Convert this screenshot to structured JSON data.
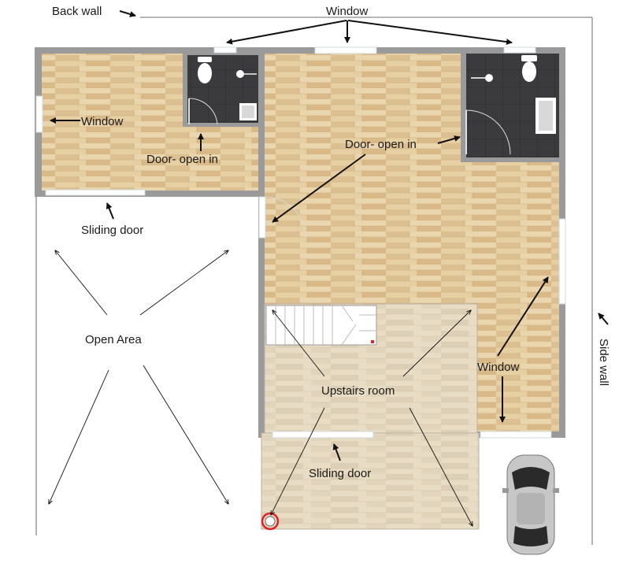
{
  "labels": {
    "back_wall": "Back wall",
    "window_top": "Window",
    "window_left": "Window",
    "door_open_in_small": "Door- open in",
    "door_open_in_large": "Door- open in",
    "sliding_door_left": "Sliding door",
    "open_area": "Open Area",
    "upstairs_room": "Upstairs room",
    "window_right": "Window",
    "sliding_door_bottom": "Sliding door",
    "side_wall": "Side wall"
  },
  "colors": {
    "wall": "#9a9a9a",
    "wood_light": "#e6cfa3",
    "wood_dark": "#d6b886",
    "tile_dark": "#3a3a3c",
    "upstairs_fill": "#e4dccd",
    "outline": "#8a8a8a",
    "arrow": "#111111",
    "marker_red": "#d9262b"
  },
  "icons": [
    "toilet-icon",
    "basin-icon",
    "shower-icon",
    "car-icon",
    "location-marker-icon",
    "stair-icon"
  ]
}
